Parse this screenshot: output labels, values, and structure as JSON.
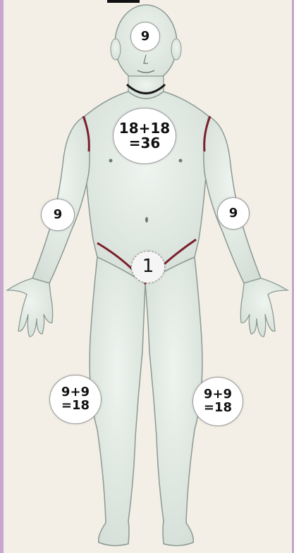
{
  "regions": [
    {
      "id": "head",
      "value": "9"
    },
    {
      "id": "trunk",
      "value": "18+18\n=36"
    },
    {
      "id": "left-arm",
      "value": "9"
    },
    {
      "id": "right-arm",
      "value": "9"
    },
    {
      "id": "groin",
      "value": "1"
    },
    {
      "id": "left-leg",
      "value": "9+9\n=18"
    },
    {
      "id": "right-leg",
      "value": "9+9\n=18"
    }
  ],
  "colors": {
    "frame_border": "#c9a6cd",
    "body_fill": "#e4ede6",
    "outline": "#7a1f2b",
    "label_bg": "#ffffff"
  }
}
